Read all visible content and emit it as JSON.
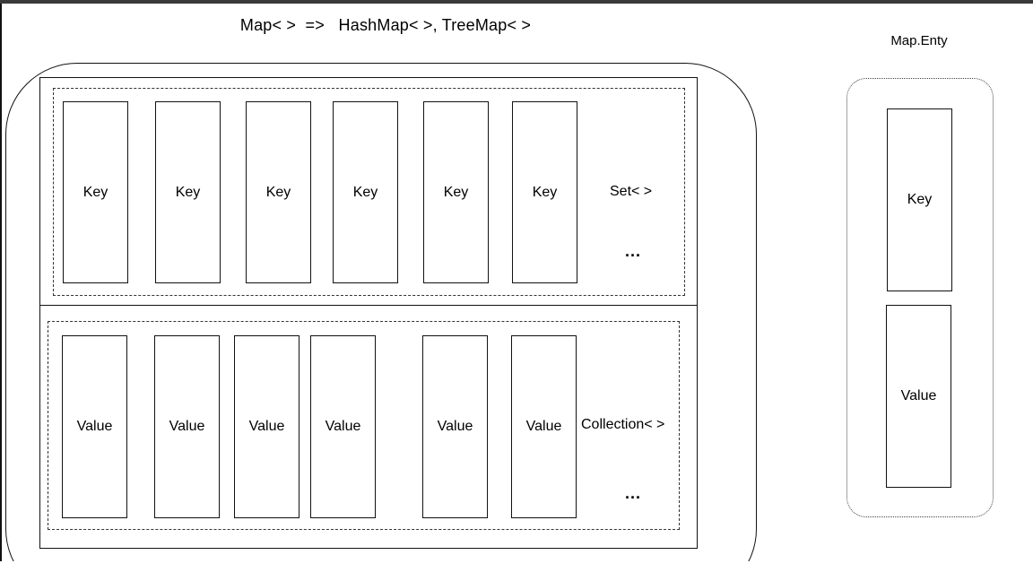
{
  "title": "Map< >  =>   HashMap< >, TreeMap< >",
  "keys_set": {
    "cells": [
      "Key",
      "Key",
      "Key",
      "Key",
      "Key",
      "Key"
    ],
    "label": "Set< >",
    "ellipsis": "..."
  },
  "values_collection": {
    "cells": [
      "Value",
      "Value",
      "Value",
      "Value",
      "Value",
      "Value"
    ],
    "label": "Collection< >",
    "ellipsis": "..."
  },
  "entry": {
    "title": "Map.Enty",
    "key": "Key",
    "value": "Value"
  }
}
